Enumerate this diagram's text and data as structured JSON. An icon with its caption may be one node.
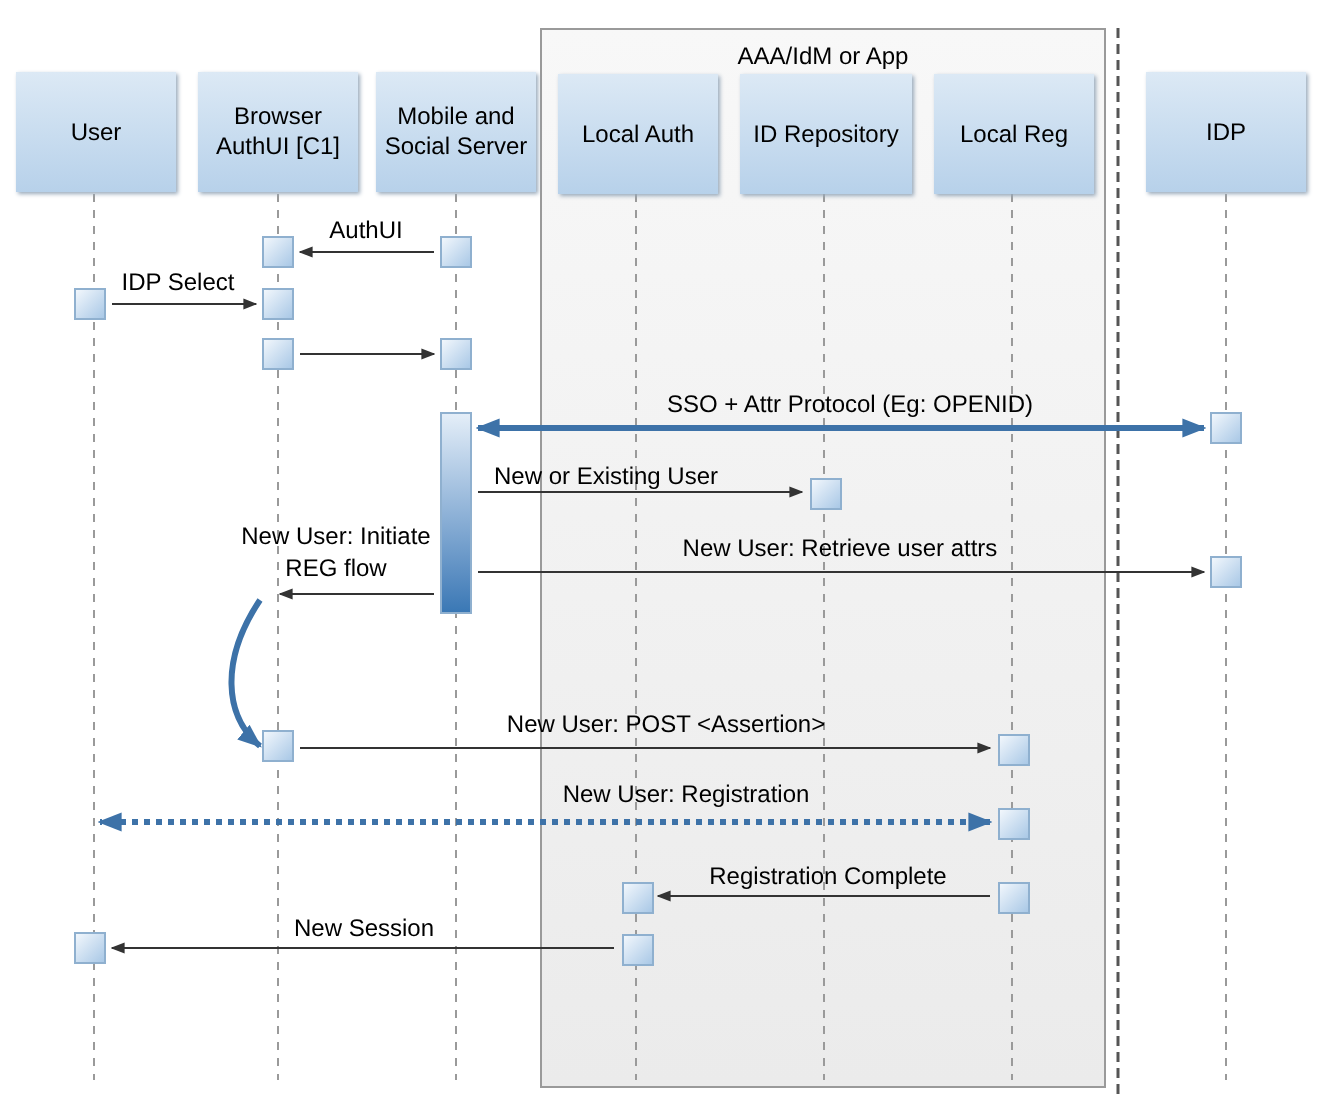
{
  "diagram": {
    "nodes": [
      {
        "text": [
          "AAA/IdM or App"
        ]
      },
      {
        "text": [
          "User"
        ]
      },
      {
        "text": [
          "Browser AuthUI [C1]"
        ]
      },
      {
        "text": [
          "Mobile and Social Server"
        ]
      },
      {
        "text": [
          "Local Auth"
        ],
        "in": 0
      },
      {
        "text": [
          "ID Repository"
        ],
        "in": 0
      },
      {
        "text": [
          "Local Reg"
        ],
        "in": 0
      },
      {
        "text": [
          "IDP"
        ]
      },
      {
        "text": [],
        "shape": "box"
      },
      {
        "text": [],
        "shape": "box"
      },
      {
        "text": [],
        "shape": "box"
      },
      {
        "text": [],
        "shape": "box"
      },
      {
        "text": [],
        "shape": "box"
      },
      {
        "text": [],
        "shape": "box"
      },
      {
        "text": [],
        "shape": "bar"
      },
      {
        "text": [],
        "shape": "box"
      },
      {
        "text": [],
        "shape": "box",
        "in": 0
      },
      {
        "text": [],
        "shape": "box"
      },
      {
        "text": [],
        "shape": "box"
      },
      {
        "text": [],
        "shape": "box",
        "in": 0
      },
      {
        "text": [],
        "shape": "box",
        "in": 0
      },
      {
        "text": [],
        "shape": "box",
        "in": 0
      },
      {
        "text": [],
        "shape": "box",
        "in": 0
      },
      {
        "text": [],
        "shape": "box"
      },
      {
        "text": [],
        "shape": "box",
        "in": 0
      }
    ],
    "edges": [
      {
        "from": 9,
        "to": 8,
        "arrow": "to",
        "label": "AuthUI"
      },
      {
        "from": 10,
        "to": 11,
        "arrow": "to",
        "label": "IDP Select"
      },
      {
        "from": 12,
        "to": 13,
        "arrow": "to"
      },
      {
        "from": 14,
        "to": 15,
        "arrow": "both",
        "label": "SSO + Attr Protocol (Eg: OPENID)",
        "style": "thick",
        "color": "#3d72a8"
      },
      {
        "from": 14,
        "to": 16,
        "arrow": "to",
        "label": "New or Existing User"
      },
      {
        "from": 14,
        "to": 17,
        "arrow": "to",
        "label": "New User: Retrieve user attrs"
      },
      {
        "from": 14,
        "to": null,
        "arrow": "to",
        "label": "New User: Initiate REG flow"
      },
      {
        "from": null,
        "to": 18,
        "arrow": "to",
        "style": "thick",
        "color": "#3d72a8"
      },
      {
        "from": 18,
        "to": 19,
        "arrow": "to",
        "label": "New User: POST <Assertion>"
      },
      {
        "from": 20,
        "to": null,
        "arrow": "both",
        "label": "New User: Registration",
        "style": "dashed",
        "color": "#3d72a8"
      },
      {
        "from": 22,
        "to": 21,
        "arrow": "to",
        "label": "Registration Complete"
      },
      {
        "from": 24,
        "to": 23,
        "arrow": "to",
        "label": "New Session"
      }
    ]
  }
}
